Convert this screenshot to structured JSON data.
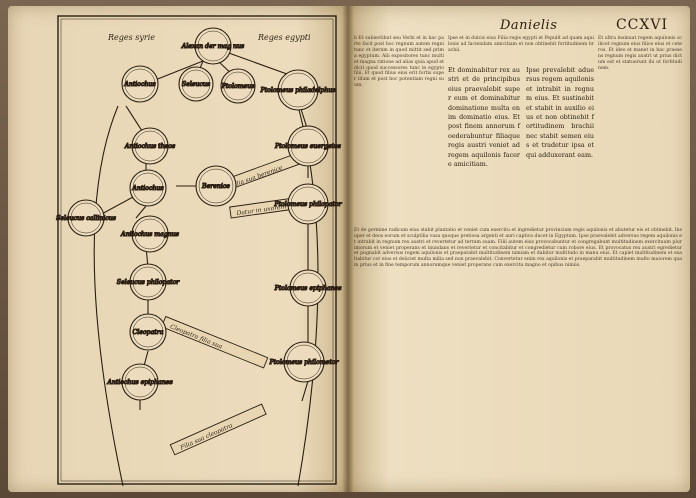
{
  "left_page": {
    "header_left": "Reges syrie",
    "header_right": "Reges egypti",
    "bubbles": [
      {
        "id": "top",
        "text": "Alexan der mag nus"
      },
      {
        "id": "ant1",
        "text": "Antiochus"
      },
      {
        "id": "sel1",
        "text": "Seleucus"
      },
      {
        "id": "ptol1",
        "text": "Ptolomeus"
      },
      {
        "id": "ptol2",
        "text": "Ptolomeus philadelphus"
      },
      {
        "id": "ant2",
        "text": "Antiochus theos"
      },
      {
        "id": "ptol3",
        "text": "Ptolomeus euergetes"
      },
      {
        "id": "ant3",
        "text": "Antiochus"
      },
      {
        "id": "ber",
        "text": "Berenice"
      },
      {
        "id": "sel2",
        "text": "Seleucus callinicus"
      },
      {
        "id": "ptol4",
        "text": "Ptolomeus philopator"
      },
      {
        "id": "ant4",
        "text": "Antiochus magnus"
      },
      {
        "id": "ptol5",
        "text": "Ptolomeus epiphanes"
      },
      {
        "id": "sel3",
        "text": "Seleucus philopator"
      },
      {
        "id": "cleo",
        "text": "Cleopatra"
      },
      {
        "id": "ant5",
        "text": "Antiochus epiphanes"
      },
      {
        "id": "ptol6",
        "text": "Ptolomeus philometor"
      }
    ],
    "bands": [
      "Filia sua berenice",
      "Datur in uxorem",
      "Cleopatra filia sua",
      "Filia sua cleopatra"
    ]
  },
  "right_page": {
    "running_title": "Danielis",
    "folio": "CCXVI",
    "text_columns": {
      "a": "b Et subiectibut seu Verbi et in hac parte facit post hoc regnum autem regni tunc et iterum in quod mittit sed prima egyptum. Alii expositores tunc multi et magna ratione ad alias quia apud et dicit quod successores tunc in egypto filii. Et quod filius eius erit fortis super illum et post hoc potentiam regni suum.",
      "top": "Ipse et in dulcis eius Filia regis egypti et Pepulit ad quam aquilonis ad faciendam amicitiam et non obtinebit fortitudinem brachii.",
      "b": "Et dominabitur rex austri et de principibus eius praevalebit super eum et dominabitur dominatione multa enim dominatio eius. Et post finem annorum foederabuntur filiaque regis austri veniet ad regem aquilonis facere amicitiam.",
      "c": "Ipse prevalebit aduersus regem aquilonis et intrabit in regnum eius. Et sustinebit et stabit in auxilio eius et non obtinebit fortitudinem brachii nec stabit semen eius et tradetur ipsa et qui adduxerant eam.",
      "d": "Et ultra insinuat regem aquilonis scilicet regnum eius filios eius et ceteros. Et ideo et manet in hac praesens regnum regis austri ut prius dictum est et statuerunt ibi ut fortitudinem.",
      "bottom": "Et de germine radicum eius stabit plantatio et veniet cum exercitu et ingredietur provinciam regis aquilonis et abutetur eis et obtinebit. Insuper et deos eorum et sculptilia vasa quoque pretiosa argenti et auri captiva ducet in Egyptum. Ipse praevalebit adversus regem aquilonis et intrabit in regnum rex austri et revertetur ad terram suam. Filii autem eius provocabuntur et congregabunt multitudinem exercituum plurimorum et veniet properans et inundans et revertetur et concitabitur et congredietur cum robore eius. Et provocatus rex austri egredietur et pugnabit adversus regem aquilonis et praeparabit multitudinem nimiam et dabitur multitudo in manu eius. Et capiet multitudinem et exaltabitur cor eius et deiiciet multa milia sed non praevalebit. Convertetur enim rex aquilonis et praeparabit multitudinem multo maiorem quam prius et in fine temporum annorumque veniet properans cum exercitu magno et opibus nimiis."
    }
  }
}
